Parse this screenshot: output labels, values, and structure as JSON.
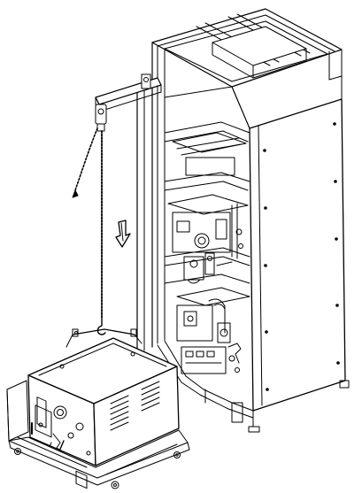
{
  "figure": {
    "line_color": "#000000",
    "background_color": "#ffffff",
    "components": [
      "rack-frame",
      "lifting-boom",
      "chain-hoist",
      "lowering-arrow",
      "module-on-cart"
    ]
  }
}
